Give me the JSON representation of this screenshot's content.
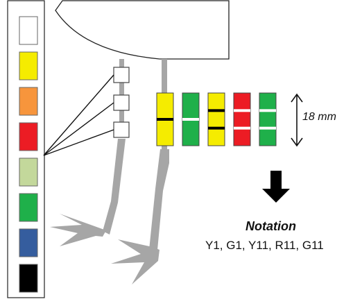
{
  "palette": {
    "colors": [
      {
        "name": "white",
        "hex": "#ffffff"
      },
      {
        "name": "yellow",
        "hex": "#f5ec00"
      },
      {
        "name": "orange",
        "hex": "#f7953c"
      },
      {
        "name": "red",
        "hex": "#ec1c24"
      },
      {
        "name": "light-green",
        "hex": "#c3d89b"
      },
      {
        "name": "green",
        "hex": "#1fb04a"
      },
      {
        "name": "blue",
        "hex": "#355d9e"
      },
      {
        "name": "black",
        "hex": "#000000"
      }
    ]
  },
  "rings": [
    {
      "color": "#f5ec00",
      "stripes": 1
    },
    {
      "color": "#1fb04a",
      "stripes": 1
    },
    {
      "color": "#f5ec00",
      "stripes": 2
    },
    {
      "color": "#ec1c24",
      "stripes": 2
    },
    {
      "color": "#1fb04a",
      "stripes": 2
    }
  ],
  "dimension": {
    "label": "18 mm"
  },
  "notation": {
    "title": "Notation",
    "text": "Y1, G1, Y11, R11, G11"
  },
  "colors": {
    "leg": "#a6a6a6",
    "outline": "#222222",
    "stripe_black": "#000000",
    "stripe_white": "#ffffff"
  }
}
